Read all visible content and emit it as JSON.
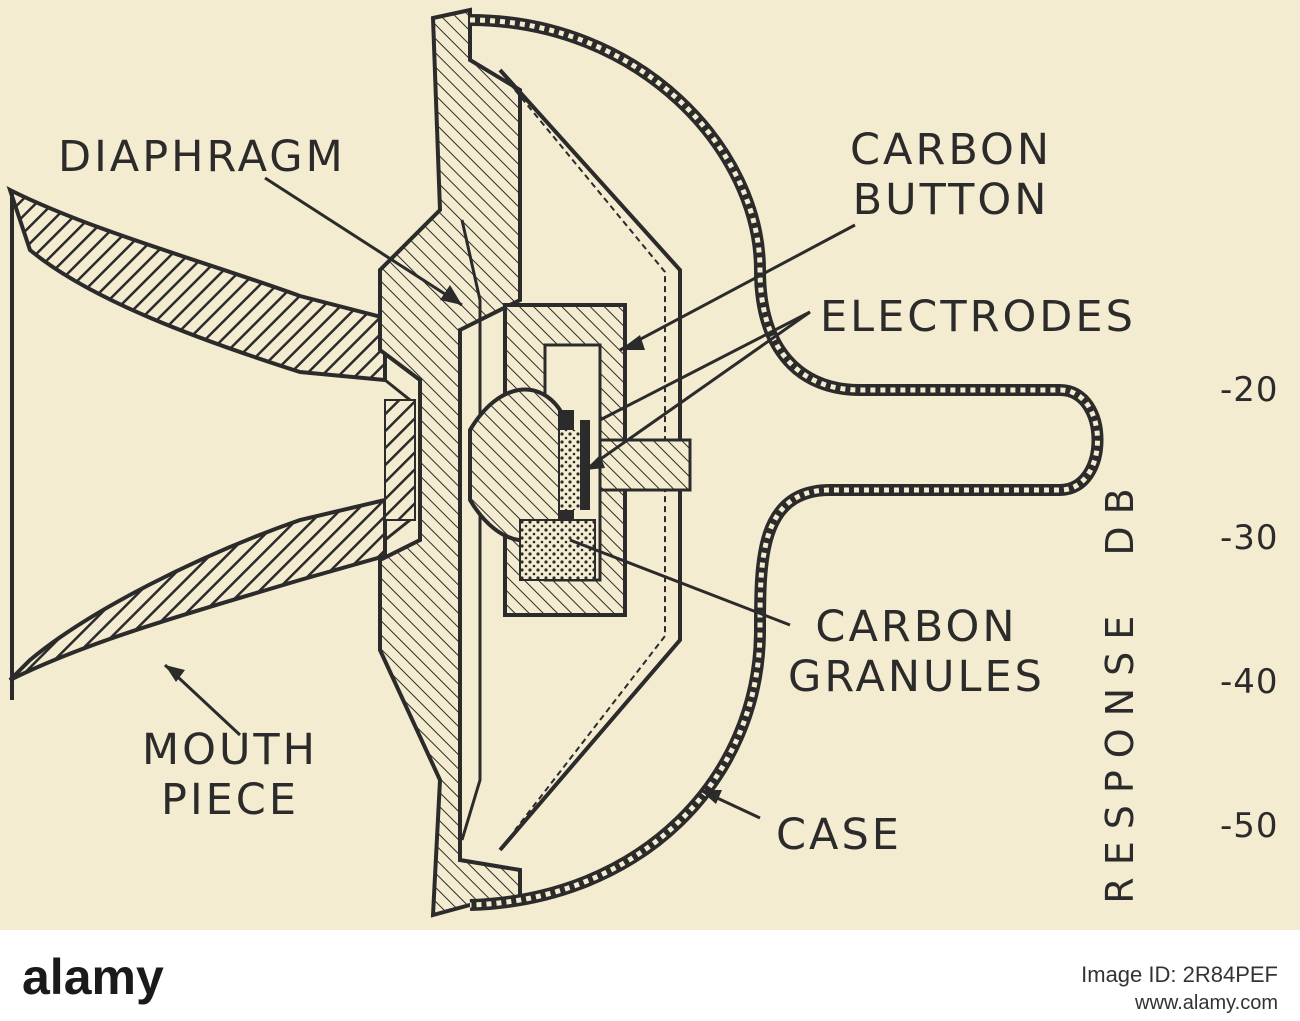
{
  "diagram": {
    "labels": {
      "diaphragm": "DIAPHRAGM",
      "carbon_button": "CARBON\nBUTTON",
      "electrodes": "ELECTRODES",
      "carbon_granules": "CARBON\nGRANULES",
      "mouth_piece": "MOUTH\nPIECE",
      "case": "CASE"
    },
    "axis": {
      "title": "RESPONSE  DB",
      "ticks": [
        "-20",
        "-30",
        "-40",
        "-50"
      ]
    }
  },
  "footer": {
    "brand": "alamy",
    "image_id": "Image ID: 2R84PEF",
    "site": "www.alamy.com"
  },
  "colors": {
    "paper": "#f4ecd0",
    "ink": "#2b2b2b",
    "footer": "#ffffff"
  }
}
